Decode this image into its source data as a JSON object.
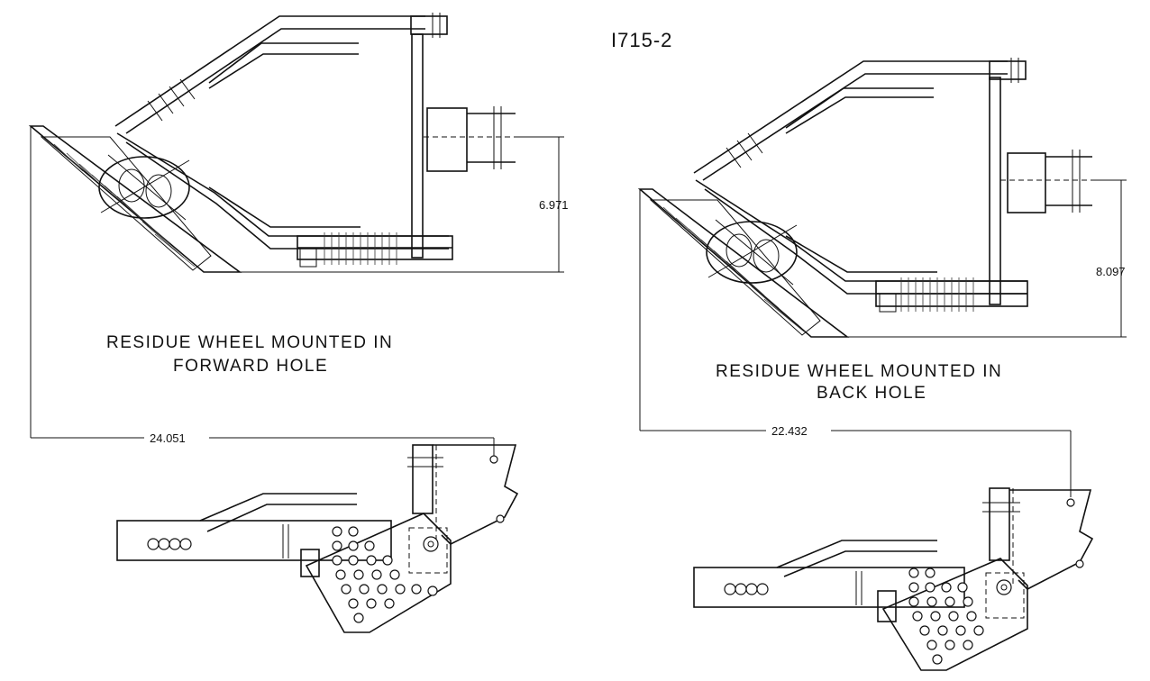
{
  "drawing": {
    "code": "I715-2",
    "forward": {
      "caption_line1": "RESIDUE WHEEL MOUNTED IN",
      "caption_line2": "FORWARD HOLE",
      "dim_vertical": "6.971",
      "dim_horizontal": "24.051"
    },
    "back": {
      "caption_line1": "RESIDUE WHEEL MOUNTED IN",
      "caption_line2": "BACK HOLE",
      "dim_vertical": "8.097",
      "dim_horizontal": "22.432"
    }
  },
  "colors": {
    "line": "#111111",
    "background": "#ffffff"
  }
}
